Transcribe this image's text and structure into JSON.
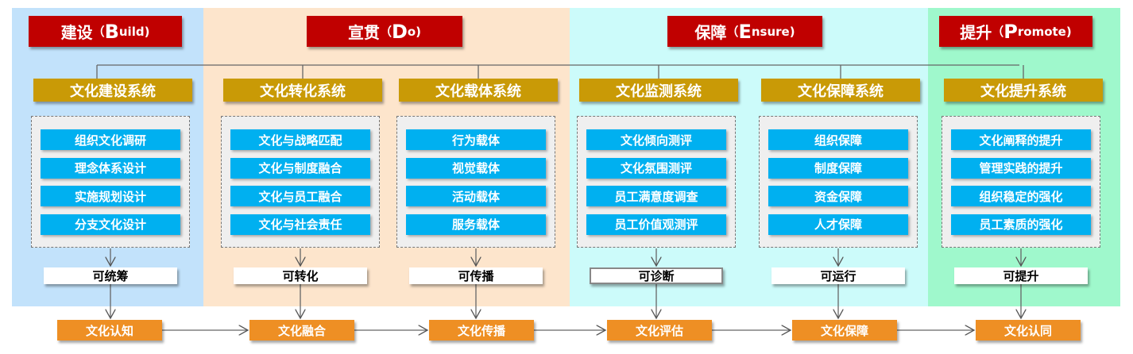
{
  "phases": [
    {
      "cn": "建设",
      "open": "（",
      "letter": "B",
      "rest": "uild)",
      "color": "#c2e2fb"
    },
    {
      "cn": "宣贯",
      "open": "（",
      "letter": "D",
      "rest": "o)",
      "color": "#fde5cc"
    },
    {
      "cn": "保障",
      "open": "（ ",
      "letter": "E",
      "rest": " nsure)",
      "color": "#ccfbfa"
    },
    {
      "cn": "提升",
      "open": "（",
      "letter": "P",
      "rest": "romote)",
      "color": "#9ff8cc"
    }
  ],
  "columns": [
    {
      "system": "文化建设系统",
      "items": [
        "组织文化调研",
        "理念体系设计",
        "实施规划设计",
        "分支文化设计"
      ],
      "label": "可统筹",
      "outcome": "文化认知"
    },
    {
      "system": "文化转化系统",
      "items": [
        "文化与战略匹配",
        "文化与制度融合",
        "文化与员工融合",
        "文化与社会责任"
      ],
      "label": "可转化",
      "outcome": "文化融合"
    },
    {
      "system": "文化载体系统",
      "items": [
        "行为载体",
        "视觉载体",
        "活动载体",
        "服务载体"
      ],
      "label": "可传播",
      "outcome": "文化传播"
    },
    {
      "system": "文化监测系统",
      "items": [
        "文化倾向测评",
        "文化氛围测评",
        "员工满意度调查",
        "员工价值观测评"
      ],
      "label": "可诊断",
      "outcome": "文化评估"
    },
    {
      "system": "文化保障系统",
      "items": [
        "组织保障",
        "制度保障",
        "资金保障",
        "人才保障"
      ],
      "label": "可运行",
      "outcome": "文化保障"
    },
    {
      "system": "文化提升系统",
      "items": [
        "文化阐释的提升",
        "管理实践的提升",
        "组织稳定的强化",
        "员工素质的强化"
      ],
      "label": "可提升",
      "outcome": "文化认同"
    }
  ]
}
